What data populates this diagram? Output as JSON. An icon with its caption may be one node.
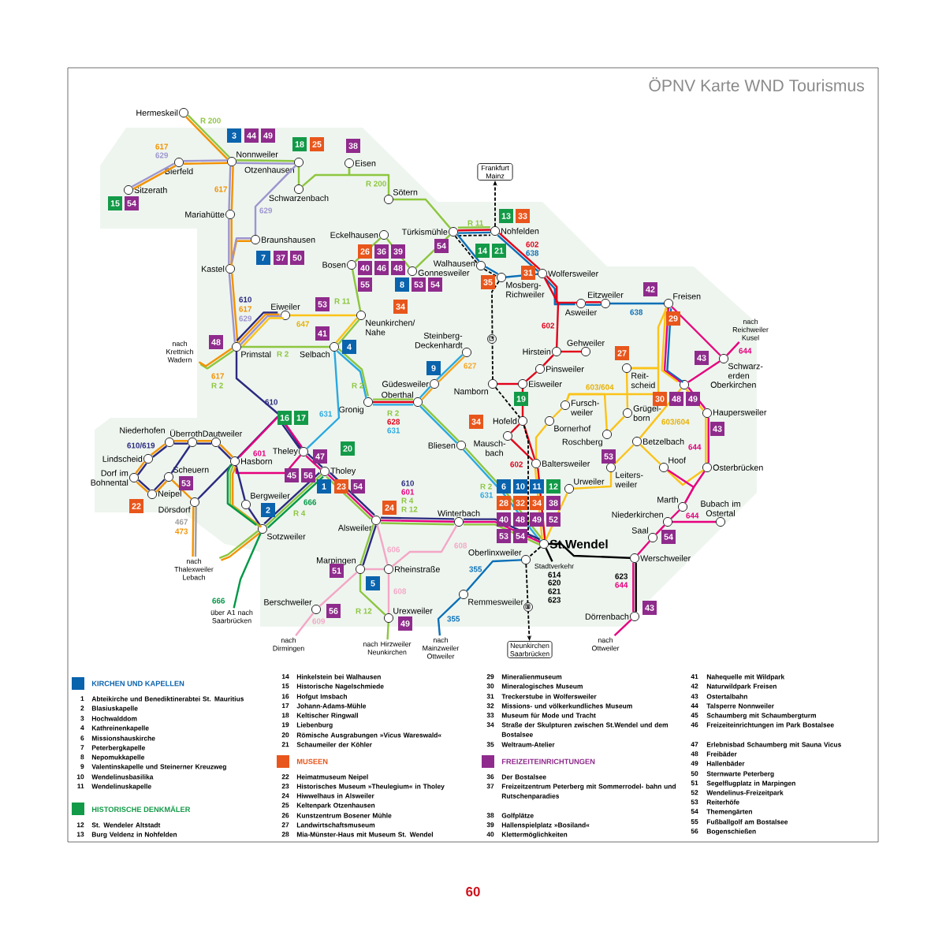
{
  "diagram": {
    "title": "ÖPNV Karte WND Tourismus",
    "nodes": [
      {
        "text": [
          "Hermeskeil"
        ]
      },
      {
        "text": [
          "Nonnweiler"
        ]
      },
      {
        "text": [
          "Bierfeld"
        ]
      },
      {
        "text": [
          "Sitzerath"
        ]
      },
      {
        "text": [
          "Otzenhausen"
        ]
      },
      {
        "text": [
          "Schwarzenbach"
        ]
      },
      {
        "text": [
          "Eisen"
        ]
      },
      {
        "text": [
          "Sötern"
        ]
      },
      {
        "text": [
          "Mariahütte"
        ]
      },
      {
        "text": [
          "Braunshausen"
        ]
      },
      {
        "text": [
          "Kastel"
        ]
      },
      {
        "text": [
          "Eiweiler"
        ]
      },
      {
        "text": [
          "Primstal"
        ]
      },
      {
        "text": [
          "Selbach"
        ]
      },
      {
        "text": [
          "Neunkirchen/ Nahe"
        ]
      },
      {
        "text": [
          "Eckelhausen"
        ]
      },
      {
        "text": [
          "Bosen"
        ]
      },
      {
        "text": [
          "Gonnesweiler"
        ]
      },
      {
        "text": [
          "Walhausen"
        ]
      },
      {
        "text": [
          "Türkismühle"
        ]
      },
      {
        "text": [
          "Nohfelden"
        ]
      },
      {
        "text": [
          "Mosberg- Richweiler"
        ]
      },
      {
        "text": [
          "Wolfersweiler"
        ]
      },
      {
        "text": [
          "Asweiler"
        ]
      },
      {
        "text": [
          "Eitzweiler"
        ]
      },
      {
        "text": [
          "Freisen"
        ]
      },
      {
        "text": [
          "Steinberg- Deckenhardt"
        ]
      },
      {
        "text": [
          "Gehweiler"
        ]
      },
      {
        "text": [
          "Hirstein"
        ]
      },
      {
        "text": [
          "Pinsweiler"
        ]
      },
      {
        "text": [
          "Reit- scheid"
        ]
      },
      {
        "text": [
          "Schwarz- erden"
        ]
      },
      {
        "text": [
          "Güdesweiler"
        ]
      },
      {
        "text": [
          "Oberthal"
        ]
      },
      {
        "text": [
          "Gronig"
        ]
      },
      {
        "text": [
          "Namborn"
        ]
      },
      {
        "text": [
          "Eisweiler"
        ]
      },
      {
        "text": [
          "Fursch- weiler"
        ]
      },
      {
        "text": [
          "Grügel- born"
        ]
      },
      {
        "text": [
          "Oberkirchen"
        ]
      },
      {
        "text": [
          "Haupersweiler"
        ]
      },
      {
        "text": [
          "Bornerhof"
        ]
      },
      {
        "text": [
          "Hofeld"
        ]
      },
      {
        "text": [
          "Mausch- bach"
        ]
      },
      {
        "text": [
          "Roschberg"
        ]
      },
      {
        "text": [
          "Betzelbach"
        ]
      },
      {
        "text": [
          "Bliesen"
        ]
      },
      {
        "text": [
          "Baltersweiler"
        ]
      },
      {
        "text": [
          "Hoof"
        ]
      },
      {
        "text": [
          "Osterbrücken"
        ]
      },
      {
        "text": [
          "Leiters- weiler"
        ]
      },
      {
        "text": [
          "Urweiler"
        ]
      },
      {
        "text": [
          "Marth"
        ]
      },
      {
        "text": [
          "Niederkirchen"
        ]
      },
      {
        "text": [
          "Bubach im Ostertal"
        ]
      },
      {
        "text": [
          "Saal"
        ]
      },
      {
        "text": [
          "Werschweiler"
        ]
      },
      {
        "text": [
          "St.Wendel"
        ]
      },
      {
        "text": [
          "Oberlinxweiler"
        ]
      },
      {
        "text": [
          "Remmesweiler"
        ]
      },
      {
        "text": [
          "Dörrenbach"
        ]
      },
      {
        "text": [
          "Winterbach"
        ]
      },
      {
        "text": [
          "Alsweiler"
        ]
      },
      {
        "text": [
          "Marpingen"
        ]
      },
      {
        "text": [
          "Rheinstraße"
        ]
      },
      {
        "text": [
          "Urexweiler"
        ]
      },
      {
        "text": [
          "Berschweiler"
        ]
      },
      {
        "text": [
          "Theley"
        ]
      },
      {
        "text": [
          "Tholey"
        ]
      },
      {
        "text": [
          "Hasborn"
        ]
      },
      {
        "text": [
          "Sotzweiler"
        ]
      },
      {
        "text": [
          "Bergweiler"
        ]
      },
      {
        "text": [
          "Dautweiler"
        ]
      },
      {
        "text": [
          "Überroth"
        ]
      },
      {
        "text": [
          "Niederhofen"
        ]
      },
      {
        "text": [
          "Lindscheid"
        ]
      },
      {
        "text": [
          "Dorf im Bohnental"
        ]
      },
      {
        "text": [
          "Neipel"
        ]
      },
      {
        "text": [
          "Scheuern"
        ]
      },
      {
        "text": [
          "Dörsdorf"
        ]
      },
      {
        "text": [
          "nach Krettnich Wadern"
        ]
      },
      {
        "text": [
          "nach Thalexweiler Lebach"
        ]
      },
      {
        "text": [
          "über A1 nach Saarbrücken"
        ]
      },
      {
        "text": [
          "nach Dirmingen"
        ]
      },
      {
        "text": [
          "nach Hirzweiler Neunkirchen"
        ]
      },
      {
        "text": [
          "nach Mainzweiler Ottweiler"
        ]
      },
      {
        "text": [
          "Neunkirchen Saarbrücken"
        ]
      },
      {
        "text": [
          "Frankfurt Mainz"
        ]
      },
      {
        "text": [
          "nach Ottweiler"
        ]
      },
      {
        "text": [
          "nach Reichweiler Kusel"
        ]
      },
      {
        "text": [
          "Stadtverkehr"
        ]
      }
    ],
    "edges": [
      {
        "from": 0,
        "to": 1,
        "arrow": "none",
        "color": "#8dc63f"
      },
      {
        "from": 0,
        "to": 1,
        "arrow": "none",
        "color": "#f39200"
      },
      {
        "from": 3,
        "to": 2,
        "arrow": "none",
        "color": "#9d95cf"
      },
      {
        "from": 3,
        "to": 2,
        "arrow": "none",
        "color": "#f39200"
      },
      {
        "from": 2,
        "to": 1,
        "arrow": "none",
        "color": "#9d95cf"
      },
      {
        "from": 2,
        "to": 1,
        "arrow": "none",
        "color": "#f39200"
      },
      {
        "from": 1,
        "to": 4,
        "arrow": "none",
        "color": "#8dc63f"
      },
      {
        "from": 1,
        "to": 4,
        "arrow": "none",
        "color": "#9d95cf"
      },
      {
        "from": 4,
        "to": 5,
        "arrow": "none",
        "color": "#8dc63f"
      },
      {
        "from": 5,
        "to": 6,
        "arrow": "none",
        "color": "#8dc63f"
      },
      {
        "from": 6,
        "to": 7,
        "arrow": "none",
        "color": "#8dc63f"
      },
      {
        "from": 7,
        "to": 19,
        "arrow": "none",
        "color": "#8dc63f"
      },
      {
        "from": 19,
        "to": 20,
        "arrow": "none",
        "color": "#8dc63f"
      },
      {
        "from": 19,
        "to": 20,
        "arrow": "none",
        "color": "#e2001a"
      },
      {
        "from": 19,
        "to": 20,
        "arrow": "none",
        "color": "#0a6fb7"
      },
      {
        "from": 19,
        "to": 20,
        "arrow": "none",
        "style": "dashed",
        "color": "#000000"
      },
      {
        "from": 20,
        "to": 87,
        "arrow": "to",
        "style": "dashed",
        "color": "#000000"
      },
      {
        "from": 1,
        "to": 8,
        "arrow": "none",
        "color": "#f39200"
      },
      {
        "from": 1,
        "to": 8,
        "arrow": "none",
        "color": "#9d95cf"
      },
      {
        "from": 8,
        "to": 10,
        "arrow": "none",
        "color": "#f39200"
      },
      {
        "from": 8,
        "to": 10,
        "arrow": "none",
        "color": "#9d95cf"
      },
      {
        "from": 4,
        "to": 9,
        "arrow": "none",
        "color": "#9d95cf"
      },
      {
        "from": 9,
        "to": 10,
        "arrow": "none",
        "color": "#f39200"
      },
      {
        "from": 9,
        "to": 10,
        "arrow": "none",
        "color": "#9d95cf"
      },
      {
        "from": 10,
        "to": 12,
        "arrow": "none",
        "color": "#f39200"
      },
      {
        "from": 10,
        "to": 12,
        "arrow": "none",
        "color": "#9d95cf"
      },
      {
        "from": 12,
        "to": 11,
        "arrow": "none",
        "color": "#2b2a7f"
      },
      {
        "from": 12,
        "to": 11,
        "arrow": "none",
        "color": "#f39200"
      },
      {
        "from": 12,
        "to": 11,
        "arrow": "none",
        "color": "#9d95cf"
      },
      {
        "from": 12,
        "to": 11,
        "arrow": "none",
        "color": "#fbc318"
      },
      {
        "from": 11,
        "to": 14,
        "arrow": "none",
        "color": "#fbc318"
      },
      {
        "from": 14,
        "to": 13,
        "arrow": "none",
        "color": "#8dc63f"
      },
      {
        "from": 14,
        "to": 13,
        "arrow": "none",
        "color": "#fbc318"
      },
      {
        "from": 16,
        "to": 14,
        "arrow": "none",
        "color": "#8dc63f"
      },
      {
        "from": 15,
        "to": 16,
        "arrow": "none",
        "color": "#8dc63f"
      },
      {
        "from": 17,
        "to": 15,
        "arrow": "none",
        "color": "#8dc63f"
      },
      {
        "from": 19,
        "to": 17,
        "arrow": "none",
        "color": "#8dc63f"
      },
      {
        "from": 12,
        "to": 13,
        "arrow": "none",
        "color": "#8dc63f"
      },
      {
        "from": 12,
        "to": 80,
        "arrow": "none",
        "color": "#8dc63f"
      },
      {
        "from": 12,
        "to": 80,
        "arrow": "none",
        "color": "#f39200"
      },
      {
        "from": 12,
        "to": 67,
        "arrow": "none",
        "color": "#2b2a7f"
      },
      {
        "from": 13,
        "to": 34,
        "arrow": "none",
        "color": "#8dc63f"
      },
      {
        "from": 13,
        "to": 34,
        "arrow": "none",
        "color": "#2aa9e0"
      },
      {
        "from": 13,
        "to": 67,
        "arrow": "none",
        "color": "#2aa9e0"
      },
      {
        "from": 34,
        "to": 33,
        "arrow": "none",
        "color": "#8dc63f"
      },
      {
        "from": 34,
        "to": 33,
        "arrow": "none",
        "color": "#e2001a"
      },
      {
        "from": 34,
        "to": 33,
        "arrow": "none",
        "color": "#2aa9e0"
      },
      {
        "from": 33,
        "to": 32,
        "arrow": "none",
        "color": "#2aa9e0"
      },
      {
        "from": 33,
        "to": 32,
        "arrow": "none",
        "color": "#f5a623"
      },
      {
        "from": 32,
        "to": 26,
        "arrow": "none",
        "color": "#2aa9e0"
      },
      {
        "from": 32,
        "to": 26,
        "arrow": "none",
        "color": "#f5a623"
      },
      {
        "from": 33,
        "to": 46,
        "arrow": "none",
        "color": "#8dc63f"
      },
      {
        "from": 33,
        "to": 46,
        "arrow": "none",
        "color": "#2aa9e0"
      },
      {
        "from": 46,
        "to": 57,
        "arrow": "none",
        "color": "#8dc63f"
      },
      {
        "from": 46,
        "to": 57,
        "arrow": "none",
        "color": "#2aa9e0"
      },
      {
        "from": 19,
        "to": 18,
        "arrow": "none",
        "color": "#0a6fb7"
      },
      {
        "from": 19,
        "to": 18,
        "arrow": "none",
        "style": "dashed",
        "color": "#000000"
      },
      {
        "from": 18,
        "to": 21,
        "arrow": "none",
        "color": "#0a6fb7"
      },
      {
        "from": 18,
        "to": 21,
        "arrow": "none",
        "style": "dashed",
        "color": "#000000"
      },
      {
        "from": 21,
        "to": 22,
        "arrow": "none",
        "color": "#0a6fb7"
      },
      {
        "from": 20,
        "to": 22,
        "arrow": "none",
        "color": "#e2001a"
      },
      {
        "from": 20,
        "to": 22,
        "arrow": "none",
        "color": "#0a6fb7"
      },
      {
        "from": 22,
        "to": 23,
        "arrow": "none",
        "color": "#e2001a"
      },
      {
        "from": 22,
        "to": 23,
        "arrow": "none",
        "color": "#0a6fb7"
      },
      {
        "from": 23,
        "to": 24,
        "arrow": "none",
        "color": "#e2001a"
      },
      {
        "from": 23,
        "to": 24,
        "arrow": "none",
        "color": "#0a6fb7"
      },
      {
        "from": 24,
        "to": 25,
        "arrow": "none",
        "color": "#0a6fb7"
      },
      {
        "from": 22,
        "to": 28,
        "arrow": "none",
        "color": "#e2001a"
      },
      {
        "from": 28,
        "to": 27,
        "arrow": "none",
        "color": "#e2001a"
      },
      {
        "from": 28,
        "to": 29,
        "arrow": "none",
        "color": "#e2001a"
      },
      {
        "from": 29,
        "to": 36,
        "arrow": "none",
        "color": "#e2001a"
      },
      {
        "from": 36,
        "to": 35,
        "arrow": "none",
        "color": "#e2001a"
      },
      {
        "from": 36,
        "to": 42,
        "arrow": "none",
        "color": "#e2001a"
      },
      {
        "from": 42,
        "to": 43,
        "arrow": "none",
        "color": "#e2001a"
      },
      {
        "from": 43,
        "to": 47,
        "arrow": "none",
        "color": "#e2001a"
      },
      {
        "from": 42,
        "to": 47,
        "arrow": "none",
        "color": "#e2001a"
      },
      {
        "from": 47,
        "to": 57,
        "arrow": "none",
        "color": "#e2001a"
      },
      {
        "from": 47,
        "to": 57,
        "arrow": "none",
        "color": "#fbc318"
      },
      {
        "from": 47,
        "to": 41,
        "arrow": "none",
        "color": "#fbc318"
      },
      {
        "from": 41,
        "to": 37,
        "arrow": "none",
        "color": "#fbc318"
      },
      {
        "from": 37,
        "to": 30,
        "arrow": "none",
        "color": "#fbc318"
      },
      {
        "from": 30,
        "to": 38,
        "arrow": "none",
        "color": "#fbc318"
      },
      {
        "from": 44,
        "to": 38,
        "arrow": "none",
        "color": "#fbc318"
      },
      {
        "from": 44,
        "to": 37,
        "arrow": "none",
        "color": "#fbc318"
      },
      {
        "from": 30,
        "to": 25,
        "arrow": "none",
        "color": "#fbc318"
      },
      {
        "from": 25,
        "to": 39,
        "arrow": "none",
        "color": "#0a6fb7"
      },
      {
        "from": 25,
        "to": 39,
        "arrow": "none",
        "color": "#e6007e"
      },
      {
        "from": 25,
        "to": 39,
        "arrow": "none",
        "color": "#fbc318"
      },
      {
        "from": 25,
        "to": 31,
        "arrow": "none",
        "color": "#e6007e"
      },
      {
        "from": 31,
        "to": 89,
        "arrow": "none",
        "color": "#e6007e"
      },
      {
        "from": 31,
        "to": 39,
        "arrow": "none",
        "color": "#e6007e"
      },
      {
        "from": 39,
        "to": 40,
        "arrow": "none",
        "color": "#e6007e"
      },
      {
        "from": 39,
        "to": 40,
        "arrow": "none",
        "color": "#fbc318"
      },
      {
        "from": 40,
        "to": 49,
        "arrow": "none",
        "color": "#e6007e"
      },
      {
        "from": 40,
        "to": 49,
        "arrow": "none",
        "color": "#fbc318"
      },
      {
        "from": 49,
        "to": 48,
        "arrow": "none",
        "color": "#fbc318"
      },
      {
        "from": 48,
        "to": 52,
        "arrow": "none",
        "color": "#e6007e"
      },
      {
        "from": 49,
        "to": 52,
        "arrow": "none",
        "color": "#e6007e"
      },
      {
        "from": 39,
        "to": 45,
        "arrow": "none",
        "color": "#fbc318"
      },
      {
        "from": 45,
        "to": 48,
        "arrow": "none",
        "color": "#fbc318"
      },
      {
        "from": 45,
        "to": 50,
        "arrow": "none",
        "color": "#fbc318"
      },
      {
        "from": 50,
        "to": 51,
        "arrow": "none",
        "color": "#fbc318"
      },
      {
        "from": 51,
        "to": 57,
        "arrow": "none",
        "color": "#fbc318"
      },
      {
        "from": 52,
        "to": 53,
        "arrow": "none",
        "color": "#e6007e"
      },
      {
        "from": 53,
        "to": 54,
        "arrow": "none",
        "color": "#e6007e"
      },
      {
        "from": 53,
        "to": 55,
        "arrow": "none",
        "color": "#e6007e"
      },
      {
        "from": 55,
        "to": 56,
        "arrow": "none",
        "color": "#e6007e"
      },
      {
        "from": 57,
        "to": 56,
        "arrow": "none",
        "color": "#000000"
      },
      {
        "from": 56,
        "to": 60,
        "arrow": "none",
        "color": "#000000"
      },
      {
        "from": 56,
        "to": 60,
        "arrow": "none",
        "color": "#e6007e"
      },
      {
        "from": 60,
        "to": 88,
        "arrow": "none",
        "color": "#e6007e"
      },
      {
        "from": 57,
        "to": 90,
        "arrow": "none",
        "color": "#000000"
      },
      {
        "from": 21,
        "to": 35,
        "arrow": "none",
        "style": "dashed",
        "color": "#000000"
      },
      {
        "from": 35,
        "to": 42,
        "arrow": "none",
        "style": "dashed",
        "color": "#000000"
      },
      {
        "from": 42,
        "to": 57,
        "arrow": "none",
        "style": "dashed",
        "color": "#000000"
      },
      {
        "from": 57,
        "to": 58,
        "arrow": "none",
        "style": "dashed",
        "color": "#000000"
      },
      {
        "from": 58,
        "to": 86,
        "arrow": "to",
        "style": "dashed",
        "color": "#000000"
      },
      {
        "from": 58,
        "to": 59,
        "arrow": "none",
        "color": "#0a6fb7"
      },
      {
        "from": 59,
        "to": 85,
        "arrow": "none",
        "color": "#0a6fb7"
      },
      {
        "from": 62,
        "to": 61,
        "arrow": "none",
        "color": "#2b2a7f"
      },
      {
        "from": 62,
        "to": 61,
        "arrow": "none",
        "color": "#e6007e"
      },
      {
        "from": 62,
        "to": 61,
        "arrow": "none",
        "color": "#8dc63f"
      },
      {
        "from": 61,
        "to": 57,
        "arrow": "none",
        "color": "#2b2a7f"
      },
      {
        "from": 61,
        "to": 57,
        "arrow": "none",
        "color": "#e6007e"
      },
      {
        "from": 61,
        "to": 57,
        "arrow": "none",
        "color": "#8dc63f"
      },
      {
        "from": 68,
        "to": 62,
        "arrow": "none",
        "color": "#2b2a7f"
      },
      {
        "from": 68,
        "to": 62,
        "arrow": "none",
        "color": "#e6007e"
      },
      {
        "from": 68,
        "to": 62,
        "arrow": "none",
        "color": "#8dc63f"
      },
      {
        "from": 67,
        "to": 68,
        "arrow": "none",
        "color": "#2b2a7f"
      },
      {
        "from": 67,
        "to": 68,
        "arrow": "none",
        "color": "#e6007e"
      },
      {
        "from": 67,
        "to": 69,
        "arrow": "none",
        "color": "#2b2a7f"
      },
      {
        "from": 67,
        "to": 69,
        "arrow": "none",
        "color": "#e6007e"
      },
      {
        "from": 67,
        "to": 69,
        "arrow": "none",
        "color": "#e6007e"
      },
      {
        "from": 69,
        "to": 72,
        "arrow": "none",
        "color": "#2b2a7f"
      },
      {
        "from": 69,
        "to": 72,
        "arrow": "none",
        "color": "#f39200"
      },
      {
        "from": 72,
        "to": 73,
        "arrow": "none",
        "color": "#2b2a7f"
      },
      {
        "from": 72,
        "to": 73,
        "arrow": "none",
        "color": "#f39200"
      },
      {
        "from": 73,
        "to": 74,
        "arrow": "none",
        "color": "#2b2a7f"
      },
      {
        "from": 73,
        "to": 74,
        "arrow": "none",
        "color": "#f39200"
      },
      {
        "from": 74,
        "to": 75,
        "arrow": "none",
        "color": "#2b2a7f"
      },
      {
        "from": 74,
        "to": 75,
        "arrow": "none",
        "color": "#f39200"
      },
      {
        "from": 75,
        "to": 76,
        "arrow": "none",
        "color": "#2b2a7f"
      },
      {
        "from": 75,
        "to": 76,
        "arrow": "none",
        "color": "#f39200"
      },
      {
        "from": 76,
        "to": 77,
        "arrow": "none",
        "color": "#2b2a7f"
      },
      {
        "from": 76,
        "to": 77,
        "arrow": "none",
        "color": "#f39200"
      },
      {
        "from": 77,
        "to": 78,
        "arrow": "none",
        "color": "#2b2a7f"
      },
      {
        "from": 77,
        "to": 78,
        "arrow": "none",
        "color": "#f39200"
      },
      {
        "from": 78,
        "to": 79,
        "arrow": "none",
        "color": "#f39200"
      },
      {
        "from": 73,
        "to": 78,
        "arrow": "none",
        "color": "#2b2a7f"
      },
      {
        "from": 79,
        "to": 69,
        "arrow": "none",
        "color": "#2b2a7f"
      },
      {
        "from": 79,
        "to": 81,
        "arrow": "none",
        "color": "#9d9d9d"
      },
      {
        "from": 79,
        "to": 81,
        "arrow": "none",
        "color": "#f39200"
      },
      {
        "from": 69,
        "to": 71,
        "arrow": "none",
        "color": "#2b2a7f"
      },
      {
        "from": 71,
        "to": 70,
        "arrow": "none",
        "color": "#2b2a7f"
      },
      {
        "from": 69,
        "to": 70,
        "arrow": "none",
        "color": "#f39200"
      },
      {
        "from": 69,
        "to": 70,
        "arrow": "none",
        "color": "#8dc63f"
      },
      {
        "from": 69,
        "to": 70,
        "arrow": "none",
        "color": "#009846"
      },
      {
        "from": 70,
        "to": 68,
        "arrow": "none",
        "color": "#2b2a7f"
      },
      {
        "from": 70,
        "to": 68,
        "arrow": "none",
        "color": "#8dc63f"
      },
      {
        "from": 70,
        "to": 68,
        "arrow": "none",
        "color": "#009846"
      },
      {
        "from": 70,
        "to": 81,
        "arrow": "none",
        "color": "#f39200"
      },
      {
        "from": 70,
        "to": 81,
        "arrow": "none",
        "color": "#8dc63f"
      },
      {
        "from": 70,
        "to": 82,
        "arrow": "none",
        "color": "#009846"
      },
      {
        "from": 62,
        "to": 63,
        "arrow": "none",
        "color": "#2b2a7f"
      },
      {
        "from": 62,
        "to": 63,
        "arrow": "none",
        "color": "#8dc63f"
      },
      {
        "from": 63,
        "to": 65,
        "arrow": "none",
        "color": "#8dc63f"
      },
      {
        "from": 65,
        "to": 84,
        "arrow": "none",
        "color": "#8dc63f"
      },
      {
        "from": 62,
        "to": 64,
        "arrow": "none",
        "color": "#f4a6c6"
      },
      {
        "from": 61,
        "to": 64,
        "arrow": "none",
        "color": "#f4a6c6"
      },
      {
        "from": 64,
        "to": 63,
        "arrow": "none",
        "color": "#f4a6c6"
      },
      {
        "from": 64,
        "to": 65,
        "arrow": "none",
        "color": "#f4a6c6"
      },
      {
        "from": 63,
        "to": 66,
        "arrow": "none",
        "color": "#f4a6c6"
      },
      {
        "from": 66,
        "to": 83,
        "arrow": "none",
        "color": "#f4a6c6"
      }
    ],
    "labels": [
      "R 200",
      "617",
      "629",
      "617",
      "629",
      "R 200",
      "R 11",
      "602",
      "638",
      "610",
      "617",
      "629",
      "647",
      "R 11",
      "R 2",
      "617",
      "R 2",
      "602",
      "638",
      "644",
      "627",
      "R 2",
      "610",
      "631",
      "R 2",
      "628",
      "631",
      "603/604",
      "603/604",
      "610/619",
      "601",
      "644",
      "602",
      "R 2",
      "631",
      "610",
      "601",
      "R 4",
      "R 12",
      "666",
      "R 4",
      "467",
      "473",
      "644",
      "606",
      "608",
      "355",
      "614",
      "620",
      "621",
      "623",
      "623",
      "644",
      "608",
      "R 12",
      "609",
      "666",
      "355",
      "3",
      "44",
      "49",
      "18",
      "25",
      "38",
      "15",
      "54",
      "7",
      "37",
      "50",
      "26",
      "36",
      "39",
      "54",
      "13",
      "33",
      "40",
      "46",
      "48",
      "14",
      "21",
      "55",
      "8",
      "53",
      "54",
      "35",
      "31",
      "53",
      "34",
      "42",
      "41",
      "4",
      "48",
      "29",
      "27",
      "43",
      "9",
      "19",
      "30",
      "48",
      "49",
      "34",
      "43",
      "16",
      "17",
      "47",
      "20",
      "53",
      "45",
      "56",
      "1",
      "23",
      "54",
      "53",
      "6",
      "10",
      "11",
      "12",
      "22",
      "2",
      "24",
      "28",
      "32",
      "34",
      "38",
      "40",
      "48",
      "49",
      "52",
      "53",
      "54",
      "54",
      "51",
      "5",
      "56",
      "49",
      "43",
      "1",
      "Abteikirche und Benediktinerabtei St. Mauritius",
      "2",
      "Blasiuskapelle",
      "3",
      "Hochwalddom",
      "4",
      "Kathreinenkapelle",
      "6",
      "Missionshauskirche",
      "7",
      "Peterbergkapelle",
      "8",
      "Nepomukkapelle",
      "9",
      "Valentinskapelle und Steinerner Kreuzweg",
      "10",
      "Wendelinusbasilika",
      "11",
      "Wendelinuskapelle",
      "12",
      "St. Wendeler Altstadt",
      "13",
      "Burg Veldenz in Nohfelden",
      "14",
      "Hinkelstein bei Walhausen",
      "15",
      "Historische Nagelschmiede",
      "16",
      "Hofgut Imsbach",
      "17",
      "Johann-Adams-Mühle",
      "18",
      "Keltischer Ringwall",
      "19",
      "Liebenburg",
      "20",
      "Römische Ausgrabungen »Vicus Wareswald«",
      "21",
      "Schaumeiler der Köhler",
      "22",
      "Heimatmuseum Neipel",
      "23",
      "Historisches Museum »Theulegium« in Tholey",
      "24",
      "Hiwwelhaus in Alsweiler",
      "25",
      "Keltenpark Otzenhausen",
      "26",
      "Kunstzentrum Bosener Mühle",
      "27",
      "Landwirtschaftsmuseum",
      "28",
      "Mia-Münster-Haus mit Museum St. Wendel",
      "29",
      "Mineralienmuseum",
      "30",
      "Mineralogisches Museum",
      "31",
      "Treckerstube in Wolfersweiler",
      "32",
      "Missions- und völkerkundliches Museum",
      "33",
      "Museum für Mode und Tracht",
      "34",
      "Straße der Skulpturen zwischen St.Wendel und dem Bostalsee",
      "35",
      "Weltraum-Atelier",
      "36",
      "Der Bostalsee",
      "37",
      "Freizeitzentrum Peterberg mit Sommerrodel- bahn und Rutschenparadies",
      "38",
      "Golfplätze",
      "39",
      "Hallenspielplatz »Bosiland«",
      "40",
      "Klettermöglichkeiten",
      "41",
      "Nahequelle mit Wildpark",
      "42",
      "Naturwildpark Freisen",
      "43",
      "Ostertalbahn",
      "44",
      "Talsperre Nonnweiler",
      "45",
      "Schaumberg mit Schaumbergturm",
      "46",
      "Freizeiteinrichtungen im Park Bostalsee",
      "47",
      "Erlebnisbad Schaumberg mit Sauna Vicus",
      "48",
      "Freibäder",
      "49",
      "Hallenbäder",
      "50",
      "Sternwarte Peterberg",
      "51",
      "Segelflugplatz in Marpingen",
      "52",
      "Wendelinus-Freizeitpark",
      "53",
      "Reiterhöfe",
      "54",
      "Themengärten",
      "55",
      "Fußballgolf am Bostalsee",
      "56",
      "Bogenschießen",
      "60"
    ],
    "legend": [
      {
        "text": "KIRCHEN UND KAPELLEN",
        "color": "#0a63ad"
      },
      {
        "text": "HISTORISCHE DENKMÄLER",
        "color": "#139a48"
      },
      {
        "text": "MUSEEN",
        "color": "#e8561c"
      },
      {
        "text": "FREIZEITEINRICHTUNGEN",
        "color": "#8f2b8c"
      }
    ]
  }
}
